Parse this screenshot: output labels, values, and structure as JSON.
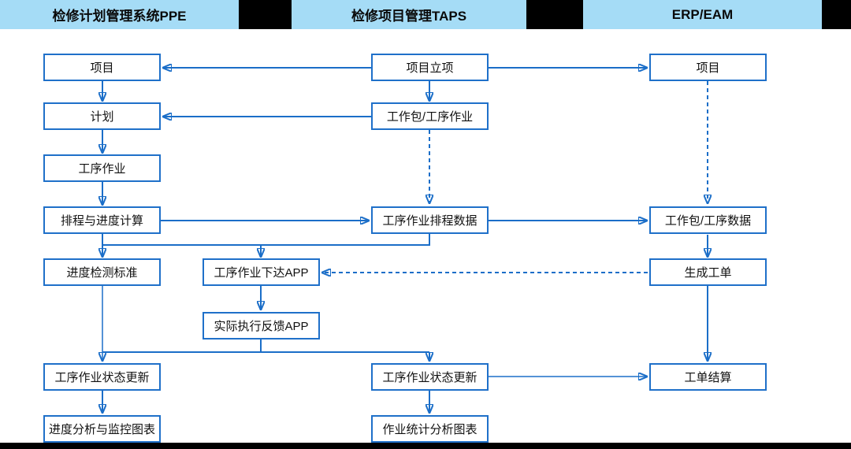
{
  "colors": {
    "arrow_blue": "#1b6ec8",
    "box_border_blue": "#1f70c9",
    "header_bg_blue": "#a5dcf6",
    "strip_black": "#000000",
    "box_fill": "#ffffff"
  },
  "headers": [
    {
      "label": "检修计划管理系统PPE"
    },
    {
      "label": "检修项目管理TAPS"
    },
    {
      "label": "ERP/EAM"
    }
  ],
  "boxes": [
    {
      "id": "ppe-project",
      "label": "项目"
    },
    {
      "id": "ppe-plan",
      "label": "计划"
    },
    {
      "id": "ppe-process-operation",
      "label": "工序作业"
    },
    {
      "id": "ppe-scheduling",
      "label": "排程与进度计算"
    },
    {
      "id": "ppe-progress-standard",
      "label": "进度检测标准"
    },
    {
      "id": "ppe-status-update",
      "label": "工序作业状态更新"
    },
    {
      "id": "ppe-progress-chart",
      "label": "进度分析与监控图表"
    },
    {
      "id": "taps-project-init",
      "label": "项目立项"
    },
    {
      "id": "taps-workpackage-op",
      "label": "工作包/工序作业"
    },
    {
      "id": "taps-scheduling-data",
      "label": "工序作业排程数据"
    },
    {
      "id": "taps-release-app",
      "label": "工序作业下达APP"
    },
    {
      "id": "taps-feedback-app",
      "label": "实际执行反馈APP"
    },
    {
      "id": "taps-status-update",
      "label": "工序作业状态更新"
    },
    {
      "id": "taps-stats-chart",
      "label": "作业统计分析图表"
    },
    {
      "id": "erp-project",
      "label": "项目"
    },
    {
      "id": "erp-workpackage-data",
      "label": "工作包/工序数据"
    },
    {
      "id": "erp-generate-workorder",
      "label": "生成工单"
    },
    {
      "id": "erp-workorder-settlement",
      "label": "工单结算"
    }
  ],
  "edges": [
    {
      "from": "taps-project-init",
      "to": "ppe-project",
      "style": "solid"
    },
    {
      "from": "taps-project-init",
      "to": "erp-project",
      "style": "solid"
    },
    {
      "from": "taps-project-init",
      "to": "taps-workpackage-op",
      "style": "solid"
    },
    {
      "from": "taps-workpackage-op",
      "to": "ppe-plan",
      "style": "solid"
    },
    {
      "from": "ppe-project",
      "to": "ppe-plan",
      "style": "solid"
    },
    {
      "from": "ppe-plan",
      "to": "ppe-process-operation",
      "style": "solid"
    },
    {
      "from": "ppe-process-operation",
      "to": "ppe-scheduling",
      "style": "solid"
    },
    {
      "from": "ppe-scheduling",
      "to": "taps-scheduling-data",
      "style": "solid"
    },
    {
      "from": "taps-workpackage-op",
      "to": "taps-scheduling-data",
      "style": "dashed"
    },
    {
      "from": "taps-scheduling-data",
      "to": "erp-workpackage-data",
      "style": "solid"
    },
    {
      "from": "ppe-scheduling",
      "to": "ppe-progress-standard",
      "style": "solid"
    },
    {
      "from": "taps-scheduling-data",
      "to": "taps-release-app",
      "style": "solid"
    },
    {
      "from": "erp-project",
      "to": "erp-workpackage-data",
      "style": "dashed"
    },
    {
      "from": "erp-workpackage-data",
      "to": "erp-generate-workorder",
      "style": "solid"
    },
    {
      "from": "erp-generate-workorder",
      "to": "taps-release-app",
      "style": "dashed"
    },
    {
      "from": "taps-release-app",
      "to": "taps-feedback-app",
      "style": "solid"
    },
    {
      "from": "taps-feedback-app",
      "to": "ppe-status-update",
      "style": "solid"
    },
    {
      "from": "taps-feedback-app",
      "to": "taps-status-update",
      "style": "solid"
    },
    {
      "from": "ppe-progress-standard",
      "to": "ppe-status-update",
      "style": "solid"
    },
    {
      "from": "ppe-status-update",
      "to": "ppe-progress-chart",
      "style": "solid"
    },
    {
      "from": "taps-status-update",
      "to": "taps-stats-chart",
      "style": "solid"
    },
    {
      "from": "taps-status-update",
      "to": "erp-workorder-settlement",
      "style": "solid"
    },
    {
      "from": "erp-generate-workorder",
      "to": "erp-workorder-settlement",
      "style": "solid"
    }
  ]
}
